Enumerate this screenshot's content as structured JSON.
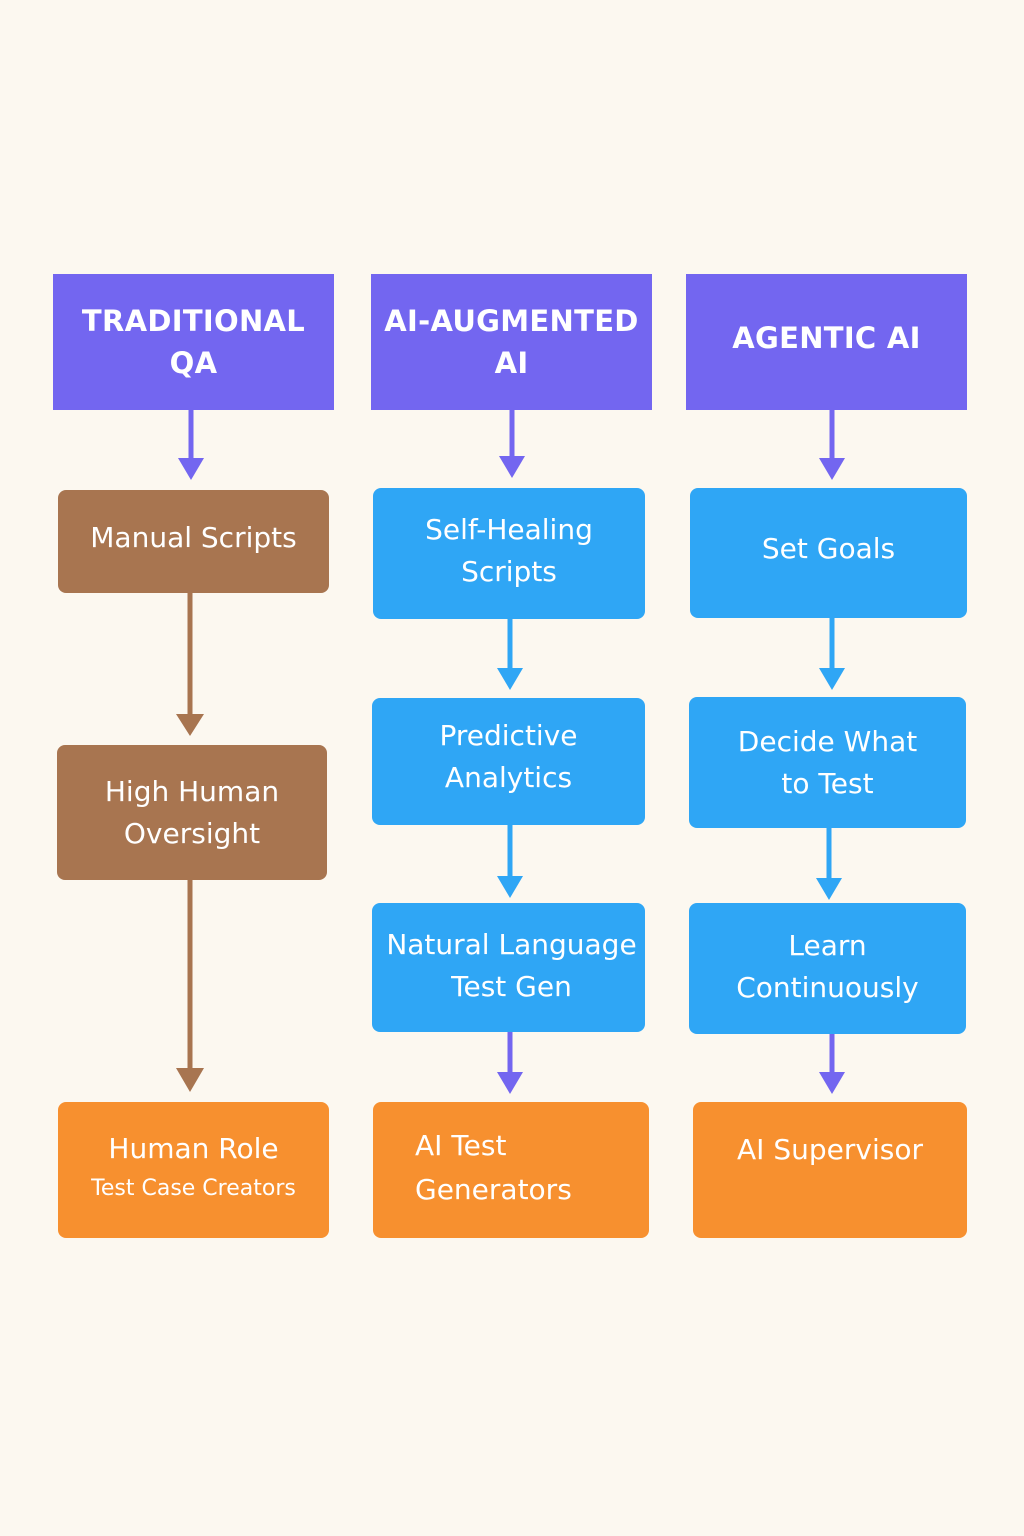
{
  "columns": [
    {
      "header": [
        "TRADITIONAL",
        "QA"
      ],
      "steps": [
        [
          "Manual Scripts"
        ],
        [
          "High Human",
          "Oversight"
        ]
      ],
      "outcome": {
        "title": "Human Role",
        "subtitle": "Test Case Creators"
      }
    },
    {
      "header": [
        "AI-AUGMENTED",
        "AI"
      ],
      "steps": [
        [
          "Self-Healing",
          "Scripts"
        ],
        [
          "Predictive",
          "Analytics"
        ],
        [
          "Natural Language",
          "Test Gen"
        ]
      ],
      "outcome": {
        "title": [
          "AI Test",
          "Generators"
        ]
      }
    },
    {
      "header": [
        "AGENTIC AI"
      ],
      "steps": [
        [
          "Set Goals"
        ],
        [
          "Decide What",
          "to Test"
        ],
        [
          "Learn",
          "Continuously"
        ]
      ],
      "outcome": {
        "title": "AI Supervisor"
      }
    }
  ],
  "colors": {
    "header": "#7366f0",
    "traditional_step": "#a87550",
    "ai_step": "#2fa6f5",
    "outcome": "#f7902f",
    "background": "#fcf8f0"
  }
}
